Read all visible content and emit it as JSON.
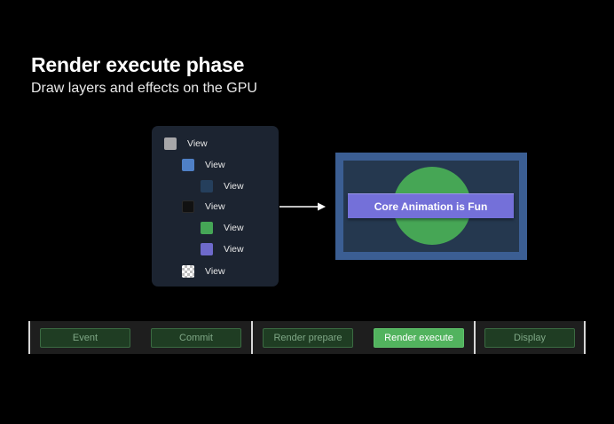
{
  "header": {
    "title": "Render execute phase",
    "subtitle": "Draw layers and effects on the GPU"
  },
  "tree": {
    "items": [
      {
        "label": "View",
        "color": "#a7a7a9",
        "style": "solid"
      },
      {
        "label": "View",
        "color": "#4f80c6",
        "style": "solid"
      },
      {
        "label": "View",
        "color": "#253f5c",
        "style": "solid"
      },
      {
        "label": "View",
        "color": "#111111",
        "style": "dark"
      },
      {
        "label": "View",
        "color": "#45a656",
        "style": "solid"
      },
      {
        "label": "View",
        "color": "#6e6acb",
        "style": "solid"
      },
      {
        "label": "View",
        "color": "#ffffff",
        "style": "checker"
      }
    ]
  },
  "render": {
    "banner_text": "Core Animation is Fun"
  },
  "pipeline": {
    "stages": [
      {
        "label": "Event",
        "active": false
      },
      {
        "label": "Commit",
        "active": false
      },
      {
        "label": "Render prepare",
        "active": false
      },
      {
        "label": "Render execute",
        "active": true
      },
      {
        "label": "Display",
        "active": false
      }
    ]
  }
}
